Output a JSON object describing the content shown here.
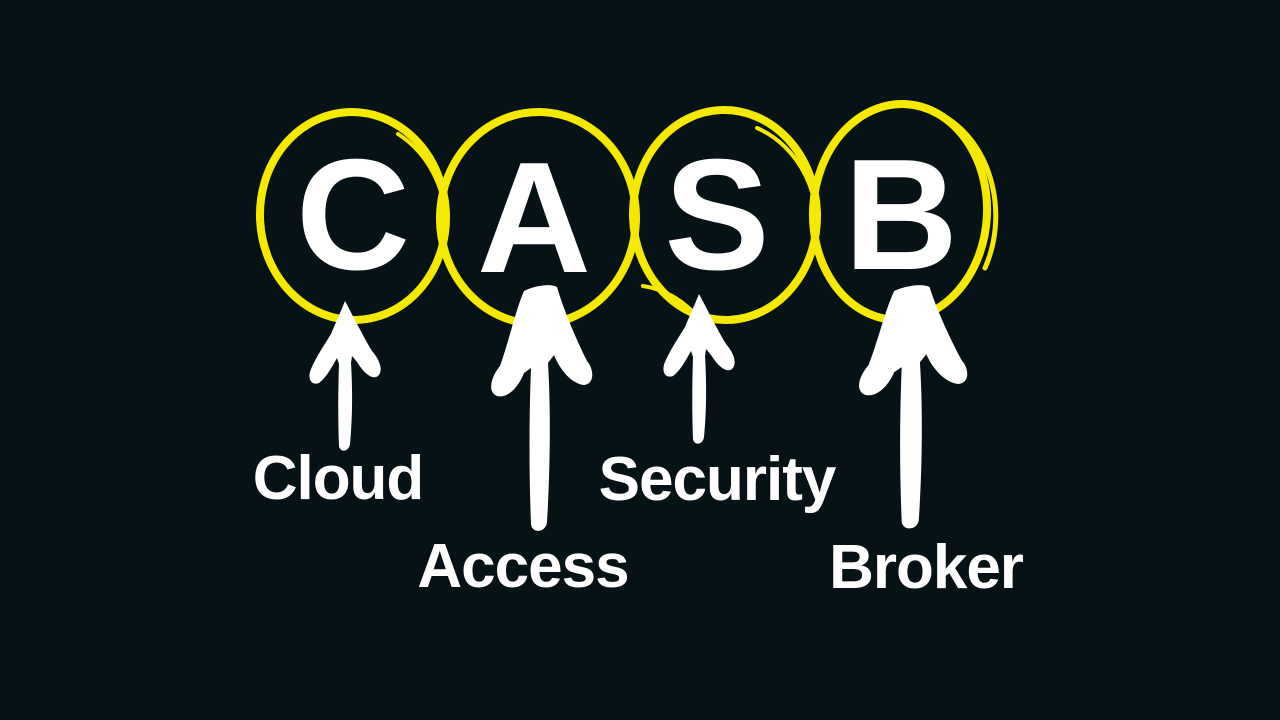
{
  "colors": {
    "background": "#071217",
    "circle_yellow": "#f5e900",
    "text_white": "#ffffff"
  },
  "acronym": {
    "title_letters": "CASB",
    "letters": [
      {
        "char": "C",
        "word": "Cloud"
      },
      {
        "char": "A",
        "word": "Access"
      },
      {
        "char": "S",
        "word": "Security"
      },
      {
        "char": "B",
        "word": "Broker"
      }
    ]
  }
}
